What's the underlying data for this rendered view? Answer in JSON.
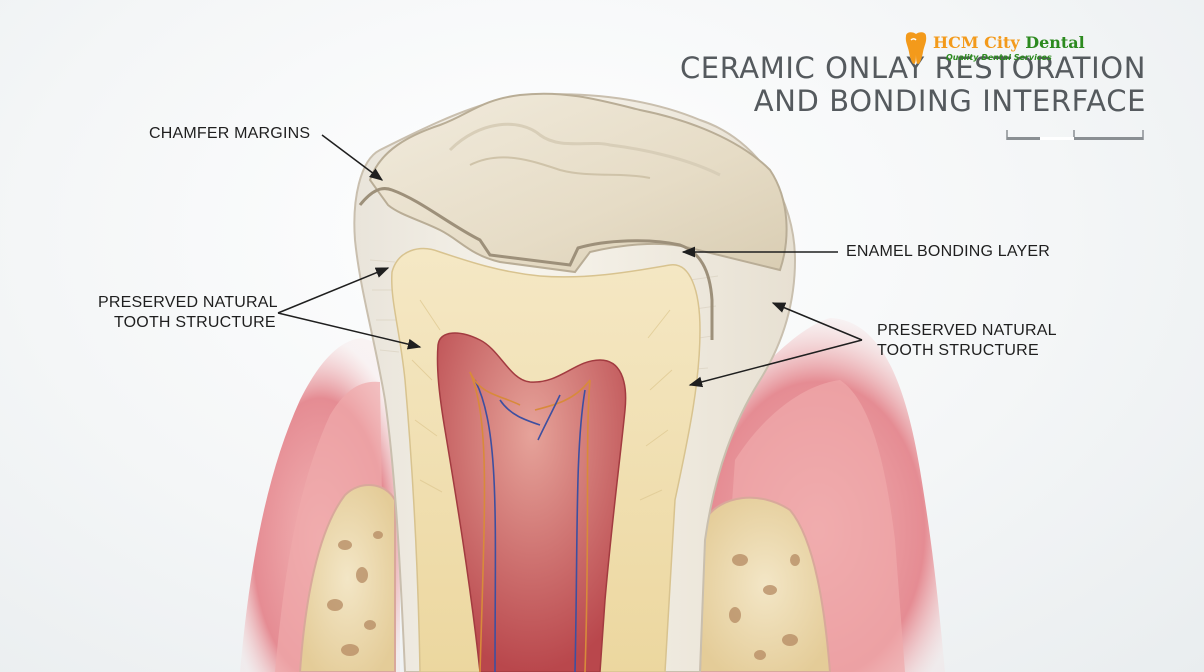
{
  "title": {
    "line1": "CERAMIC ONLAY RESTORATION",
    "line2": "AND BONDING INTERFACE"
  },
  "logo": {
    "brand_part1": "HCM City",
    "brand_part2": "Dental",
    "tagline": "Quality Dental Services",
    "icon": "tooth-icon"
  },
  "labels": {
    "chamfer_margins": "CHAMFER MARGINS",
    "enamel_bonding_layer": "ENAMEL BONDING LAYER",
    "preserved_left_line1": "PRESERVED NATURAL",
    "preserved_left_line2": "TOOTH STRUCTURE",
    "preserved_right_line1": "PRESERVED NATURAL",
    "preserved_right_line2": "TOOTH STRUCTURE"
  },
  "colors": {
    "gum": "#e58c93",
    "bone": "#eedcb4",
    "enamel": "#f4efe4",
    "dentin": "#f0deae",
    "pulp": "#c8585c",
    "onlay": "#ece3d0",
    "title": "#555a5e",
    "logo_orange": "#f39a1b",
    "logo_green": "#2c8a1f"
  }
}
